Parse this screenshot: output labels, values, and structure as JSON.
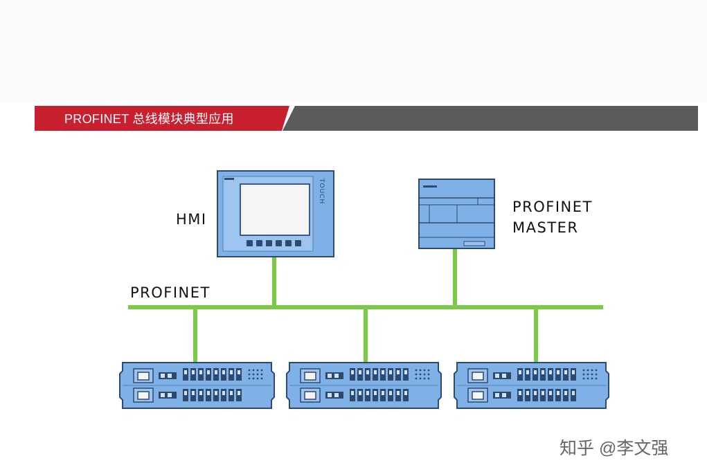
{
  "header": {
    "title": "PROFINET 总线模块典型应用"
  },
  "labels": {
    "hmi": "HMI",
    "bus": "PROFINET",
    "master_line1": "PROFINET",
    "master_line2": "MASTER",
    "touch": "TOUCH"
  },
  "watermark": {
    "text": "知乎 @李文强"
  },
  "colors": {
    "title_red": "#c8202f",
    "title_gray": "#5a5a5a",
    "bus_green": "#77cc44",
    "device_blue": "#7fb0e6",
    "device_outline": "#2c4a70",
    "screen": "#f4f4f4"
  },
  "devices": {
    "hmi": {
      "type": "touch-panel"
    },
    "master": {
      "type": "plc"
    },
    "io_modules": [
      {
        "type": "io-module"
      },
      {
        "type": "io-module"
      },
      {
        "type": "io-module"
      }
    ]
  }
}
